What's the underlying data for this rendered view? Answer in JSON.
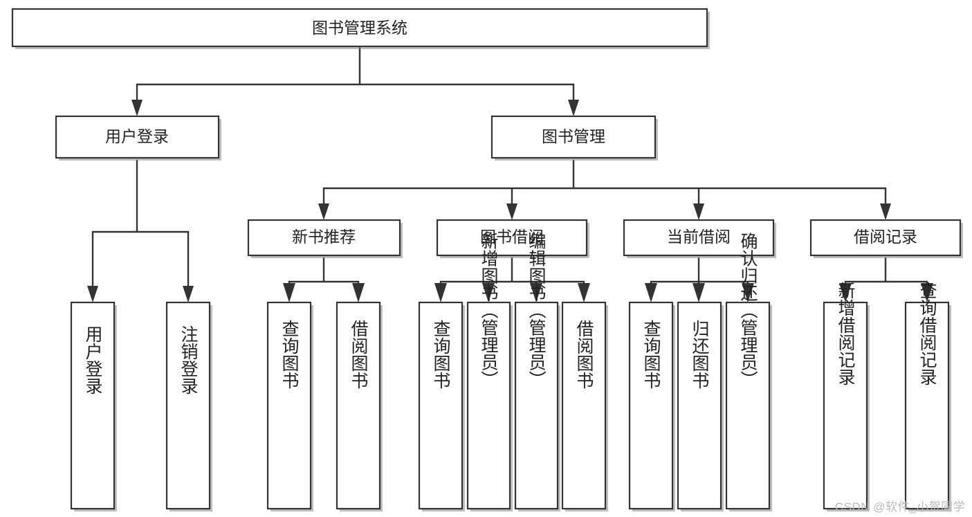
{
  "diagram": {
    "title": "图书管理系统",
    "type": "tree-hierarchy",
    "watermark": "CSDN @软件_小贺同学",
    "colors": {
      "box_fill": "#ffffff",
      "box_stroke": "#333333",
      "text": "#222222",
      "watermark": "#b9b9b9",
      "background": "#ffffff"
    },
    "root": {
      "label": "图书管理系统"
    },
    "level2": [
      {
        "label": "用户登录"
      },
      {
        "label": "图书管理"
      }
    ],
    "level3": [
      {
        "label": "新书推荐"
      },
      {
        "label": "图书借阅"
      },
      {
        "label": "当前借阅"
      },
      {
        "label": "借阅记录"
      }
    ],
    "leaves": {
      "user_login": [
        {
          "label": "用户登录"
        },
        {
          "label": "注销登录"
        }
      ],
      "new_book_recommend": [
        {
          "label": "查询图书"
        },
        {
          "label": "借阅图书"
        }
      ],
      "book_borrow": [
        {
          "label": "查询图书"
        },
        {
          "label": "新增图书（管理员）"
        },
        {
          "label": "编辑图书（管理员）"
        },
        {
          "label": "借阅图书"
        }
      ],
      "current_borrow": [
        {
          "label": "查询图书"
        },
        {
          "label": "归还图书"
        },
        {
          "label": "确认归还（管理员）"
        }
      ],
      "borrow_record": [
        {
          "label": "新增借阅记录"
        },
        {
          "label": "查询借阅记录"
        }
      ]
    }
  }
}
